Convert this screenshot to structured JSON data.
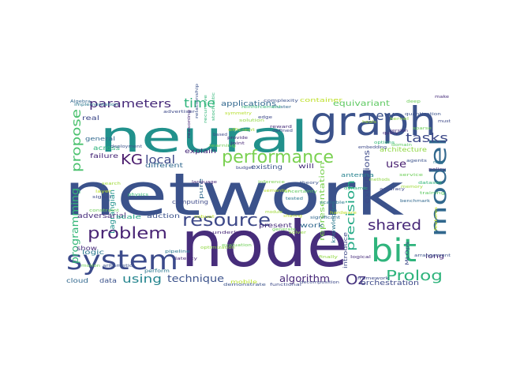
{
  "word_cloud": {
    "words": [
      {
        "text": "network",
        "color": "#3b528b"
      },
      {
        "text": "node",
        "color": "#472d7b"
      },
      {
        "text": "neural",
        "color": "#21918c"
      },
      {
        "text": "graph",
        "color": "#3b528b"
      },
      {
        "text": "system",
        "color": "#3b4a8b"
      },
      {
        "text": "bit",
        "color": "#2fb47c"
      },
      {
        "text": "model",
        "color": "#31688e"
      },
      {
        "text": "performance",
        "color": "#7ad151"
      },
      {
        "text": "resource",
        "color": "#3e4989"
      },
      {
        "text": "problem",
        "color": "#482374"
      },
      {
        "text": "parameters",
        "color": "#472a7a"
      },
      {
        "text": "time",
        "color": "#2fb47c"
      },
      {
        "text": "Prolog",
        "color": "#2fb47c"
      },
      {
        "text": "shared",
        "color": "#482878"
      },
      {
        "text": "tasks",
        "color": "#3e4a89"
      },
      {
        "text": "new",
        "color": "#3b528b"
      },
      {
        "text": "propose",
        "color": "#4ac16d"
      },
      {
        "text": "using",
        "color": "#25858e"
      },
      {
        "text": "precision",
        "color": "#22a884"
      },
      {
        "text": "KG",
        "color": "#481a6c"
      },
      {
        "text": "local",
        "color": "#3e4989"
      },
      {
        "text": "Oz",
        "color": "#46337e"
      },
      {
        "text": "programming",
        "color": "#35b779"
      },
      {
        "text": "use",
        "color": "#481f70"
      },
      {
        "text": "technique",
        "color": "#3b528b"
      },
      {
        "text": "algorithm",
        "color": "#482878"
      },
      {
        "text": "equivariant",
        "color": "#5ec962"
      },
      {
        "text": "extensions",
        "color": "#3e4a89"
      },
      {
        "text": "representation",
        "color": "#7ad151"
      },
      {
        "text": "applications",
        "color": "#31688e"
      },
      {
        "text": "Lagrangian",
        "color": "#21918c"
      },
      {
        "text": "orchestration",
        "color": "#3e4a89"
      },
      {
        "text": "adversarial",
        "color": "#472d7b"
      },
      {
        "text": "architecture",
        "color": "#90d743"
      },
      {
        "text": "failure",
        "color": "#482878"
      },
      {
        "text": "explain",
        "color": "#472a7a"
      },
      {
        "text": "across",
        "color": "#2fb47c"
      },
      {
        "text": "different",
        "color": "#31688e"
      },
      {
        "text": "existing",
        "color": "#3b528b"
      },
      {
        "text": "computing",
        "color": "#3e4a89"
      },
      {
        "text": "pure",
        "color": "#31688e"
      },
      {
        "text": "auction",
        "color": "#3b528b"
      },
      {
        "text": "scale",
        "color": "#22a884"
      },
      {
        "text": "logic",
        "color": "#2a788e"
      },
      {
        "text": "present",
        "color": "#472d7b"
      },
      {
        "text": "work",
        "color": "#31688e"
      },
      {
        "text": "knowledge",
        "color": "#2a788e"
      },
      {
        "text": "introduce",
        "color": "#3e4a89"
      },
      {
        "text": "container",
        "color": "#bddf26"
      },
      {
        "text": "antenna",
        "color": "#26828e"
      },
      {
        "text": "general",
        "color": "#31688e"
      },
      {
        "text": "real",
        "color": "#3e4989"
      },
      {
        "text": "cloud",
        "color": "#31688e"
      },
      {
        "text": "data",
        "color": "#3b528b"
      },
      {
        "text": "show",
        "color": "#472d7b"
      },
      {
        "text": "long",
        "color": "#482878"
      },
      {
        "text": "mobile",
        "color": "#b5de2b"
      },
      {
        "text": "MLOps",
        "color": "#3e4989"
      },
      {
        "text": "will",
        "color": "#472d7b"
      },
      {
        "text": "functional",
        "color": "#3e4a89"
      },
      {
        "text": "demonstrate",
        "color": "#3b528b"
      },
      {
        "text": "underlying",
        "color": "#482878"
      },
      {
        "text": "perform",
        "color": "#2a788e"
      },
      {
        "text": "framework",
        "color": "#3e4a89"
      },
      {
        "text": "reward",
        "color": "#472d7b"
      },
      {
        "text": "complexity",
        "color": "#3b528b"
      },
      {
        "text": "implementation",
        "color": "#2a788e"
      },
      {
        "text": "deployment",
        "color": "#3b528b"
      },
      {
        "text": "recursive",
        "color": "#35b779"
      },
      {
        "text": "learning",
        "color": "#6ece58"
      },
      {
        "text": "efficient",
        "color": "#a0da39"
      },
      {
        "text": "edge",
        "color": "#3e4989"
      },
      {
        "text": "uncertainty",
        "color": "#5ec962"
      },
      {
        "text": "inference",
        "color": "#7ad151"
      },
      {
        "text": "symmetry",
        "color": "#b5de2b"
      },
      {
        "text": "robust",
        "color": "#bddf26"
      },
      {
        "text": "optimization",
        "color": "#90d743"
      },
      {
        "text": "evaluation",
        "color": "#6ece58"
      },
      {
        "text": "scalable",
        "color": "#2a788e"
      },
      {
        "text": "dynamic",
        "color": "#35b779"
      },
      {
        "text": "hardware",
        "color": "#bddf26"
      },
      {
        "text": "solver",
        "color": "#90d743"
      },
      {
        "text": "semantics",
        "color": "#b5de2b"
      },
      {
        "text": "embedding",
        "color": "#3e4a89"
      },
      {
        "text": "query",
        "color": "#472d7b"
      },
      {
        "text": "service",
        "color": "#6ece58"
      },
      {
        "text": "agents",
        "color": "#3b528b"
      },
      {
        "text": "memory",
        "color": "#a0da39"
      },
      {
        "text": "training",
        "color": "#5ec962"
      },
      {
        "text": "accuracy",
        "color": "#3e4989"
      },
      {
        "text": "benchmark",
        "color": "#31688e"
      },
      {
        "text": "policy",
        "color": "#472d7b"
      },
      {
        "text": "dataset",
        "color": "#35b779"
      },
      {
        "text": "kernel",
        "color": "#90d743"
      },
      {
        "text": "sparse",
        "color": "#6ece58"
      },
      {
        "text": "quantization",
        "color": "#3b528b"
      },
      {
        "text": "pipeline",
        "color": "#2a788e"
      },
      {
        "text": "latency",
        "color": "#482878"
      },
      {
        "text": "layer",
        "color": "#bddf26"
      },
      {
        "text": "signal",
        "color": "#3e4a89"
      },
      {
        "text": "constraint",
        "color": "#6ece58"
      },
      {
        "text": "search",
        "color": "#a0da39"
      },
      {
        "text": "physics",
        "color": "#35b779"
      },
      {
        "text": "theory",
        "color": "#3b528b"
      },
      {
        "text": "solution",
        "color": "#90d743"
      },
      {
        "text": "provide",
        "color": "#472d7b"
      },
      {
        "text": "joint",
        "color": "#482878"
      },
      {
        "text": "budget",
        "color": "#3e4989"
      },
      {
        "text": "tested",
        "color": "#2a788e"
      },
      {
        "text": "stochastic",
        "color": "#35b779"
      },
      {
        "text": "relationship",
        "color": "#3b528b"
      },
      {
        "text": "reasoning",
        "color": "#482878"
      },
      {
        "text": "advertiser",
        "color": "#3e4a89"
      },
      {
        "text": "significant",
        "color": "#31688e"
      },
      {
        "text": "logical",
        "color": "#472d7b"
      },
      {
        "text": "finally",
        "color": "#90d743"
      },
      {
        "text": "defined",
        "color": "#3e4989"
      },
      {
        "text": "generate",
        "color": "#6ece58"
      },
      {
        "text": "module",
        "color": "#a0da39"
      },
      {
        "text": "sharing",
        "color": "#bddf26"
      },
      {
        "text": "based",
        "color": "#3e4a89"
      },
      {
        "text": "cluster",
        "color": "#31688e"
      },
      {
        "text": "reinforcement",
        "color": "#35b779"
      },
      {
        "text": "arithmetic",
        "color": "#3b528b"
      },
      {
        "text": "motion",
        "color": "#6ece58"
      },
      {
        "text": "language",
        "color": "#482878"
      },
      {
        "text": "must",
        "color": "#3e4989"
      },
      {
        "text": "make",
        "color": "#472d7b"
      },
      {
        "text": "heals",
        "color": "#a0da39"
      },
      {
        "text": "domain",
        "color": "#5ec962"
      },
      {
        "text": "may",
        "color": "#2a788e"
      },
      {
        "text": "arrangement",
        "color": "#3b528b"
      },
      {
        "text": "Algebra",
        "color": "#31688e"
      },
      {
        "text": "decomposition",
        "color": "#3e4a89"
      },
      {
        "text": "features",
        "color": "#bddf26"
      },
      {
        "text": "options",
        "color": "#35b779"
      },
      {
        "text": "methods",
        "color": "#90d743"
      },
      {
        "text": "deep",
        "color": "#6ece58"
      },
      {
        "text": "version",
        "color": "#472d7b"
      }
    ]
  }
}
